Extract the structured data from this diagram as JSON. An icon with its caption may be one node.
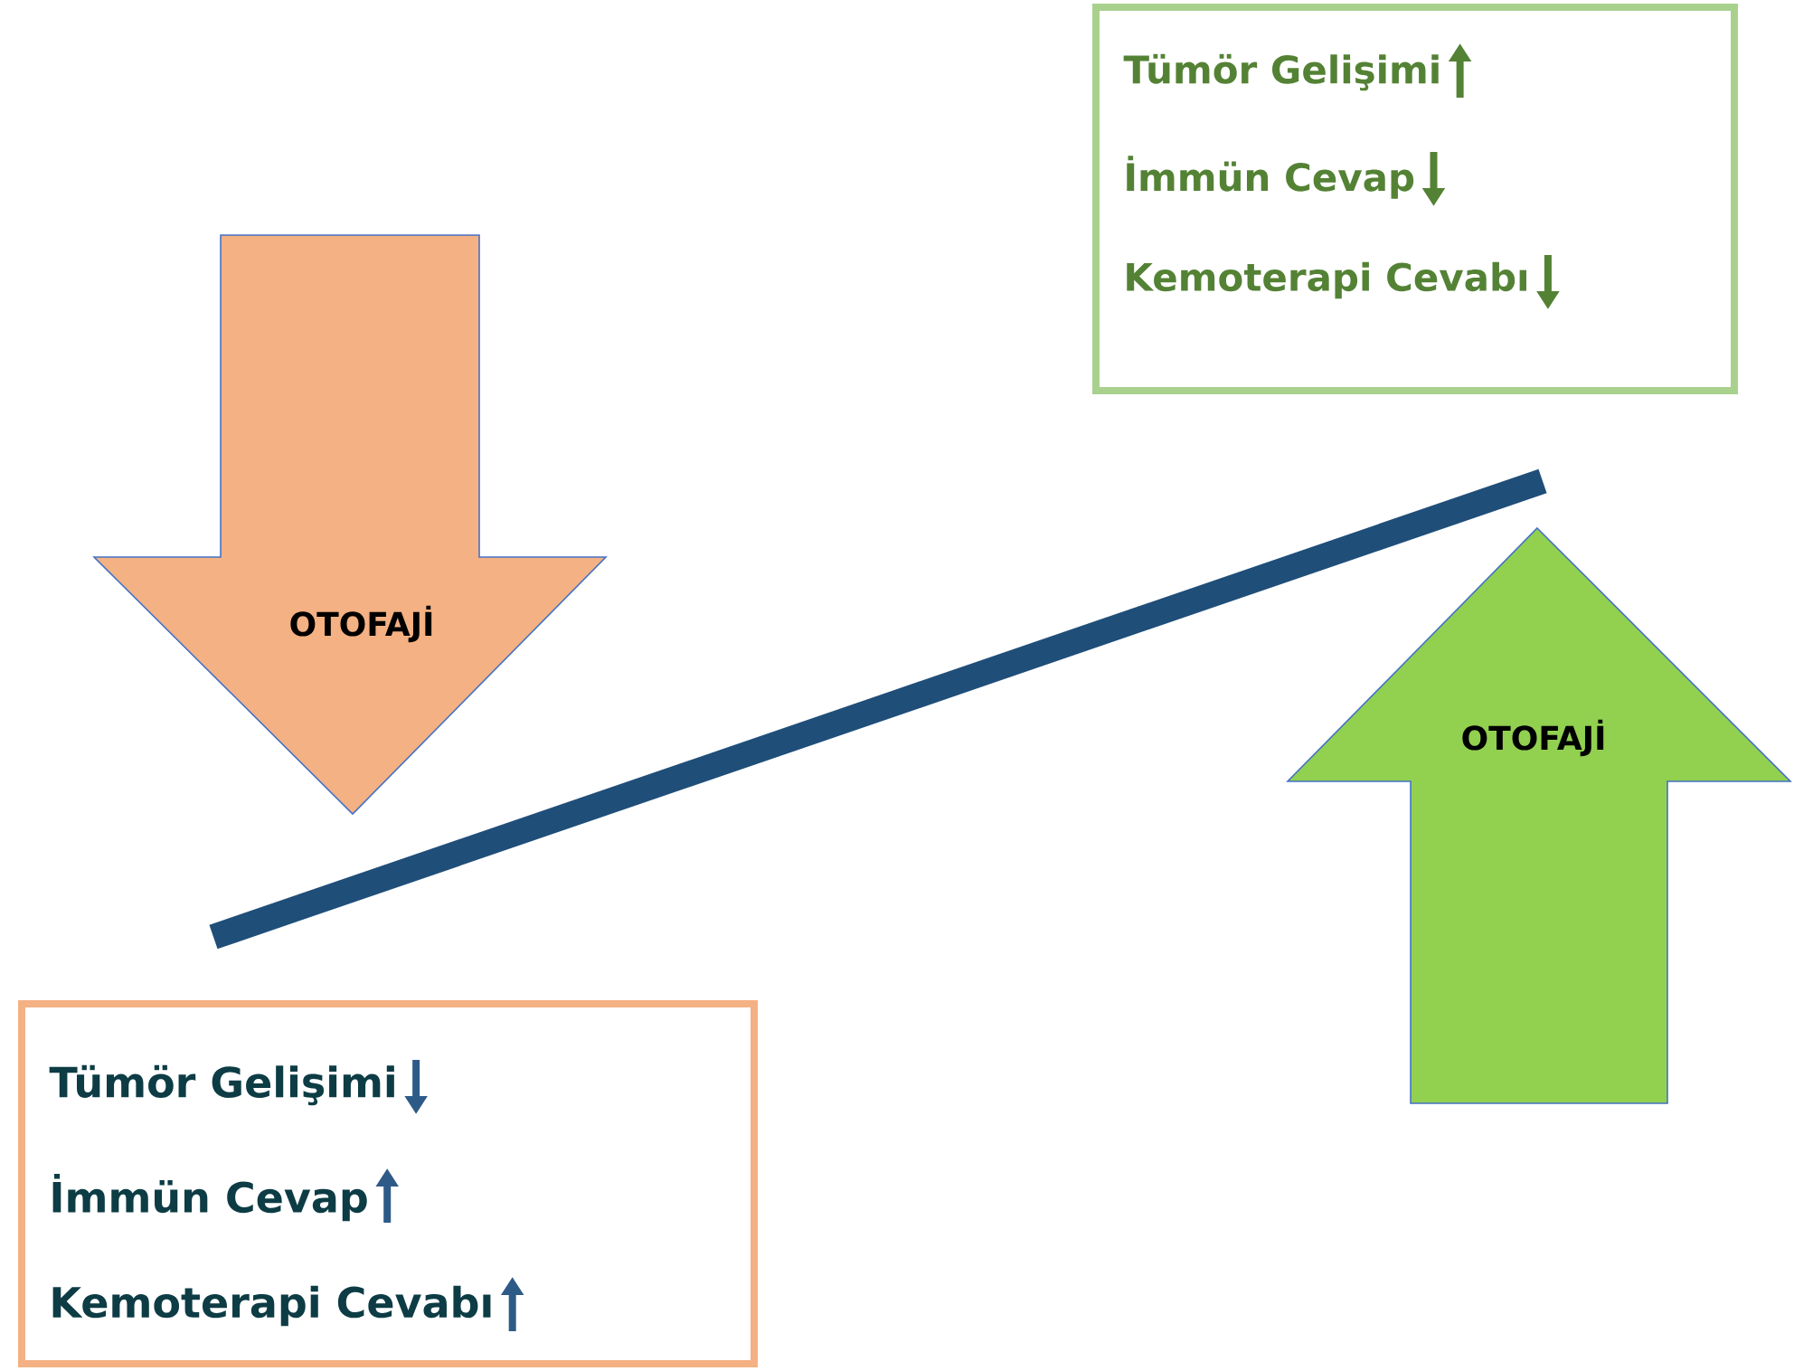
{
  "diagram": {
    "nodes": [
      {
        "text": [
          "Tümör Gelişimi",
          "İmmün Cevap",
          "Kemoterapi Cevabı"
        ]
      },
      {
        "text": [
          "OTOFAJİ"
        ]
      },
      {
        "text": [
          "OTOFAJİ"
        ]
      },
      {
        "text": [
          "Tümör Gelişimi",
          "İmmün Cevap",
          "Kemoterapi Cevabı"
        ]
      }
    ]
  }
}
